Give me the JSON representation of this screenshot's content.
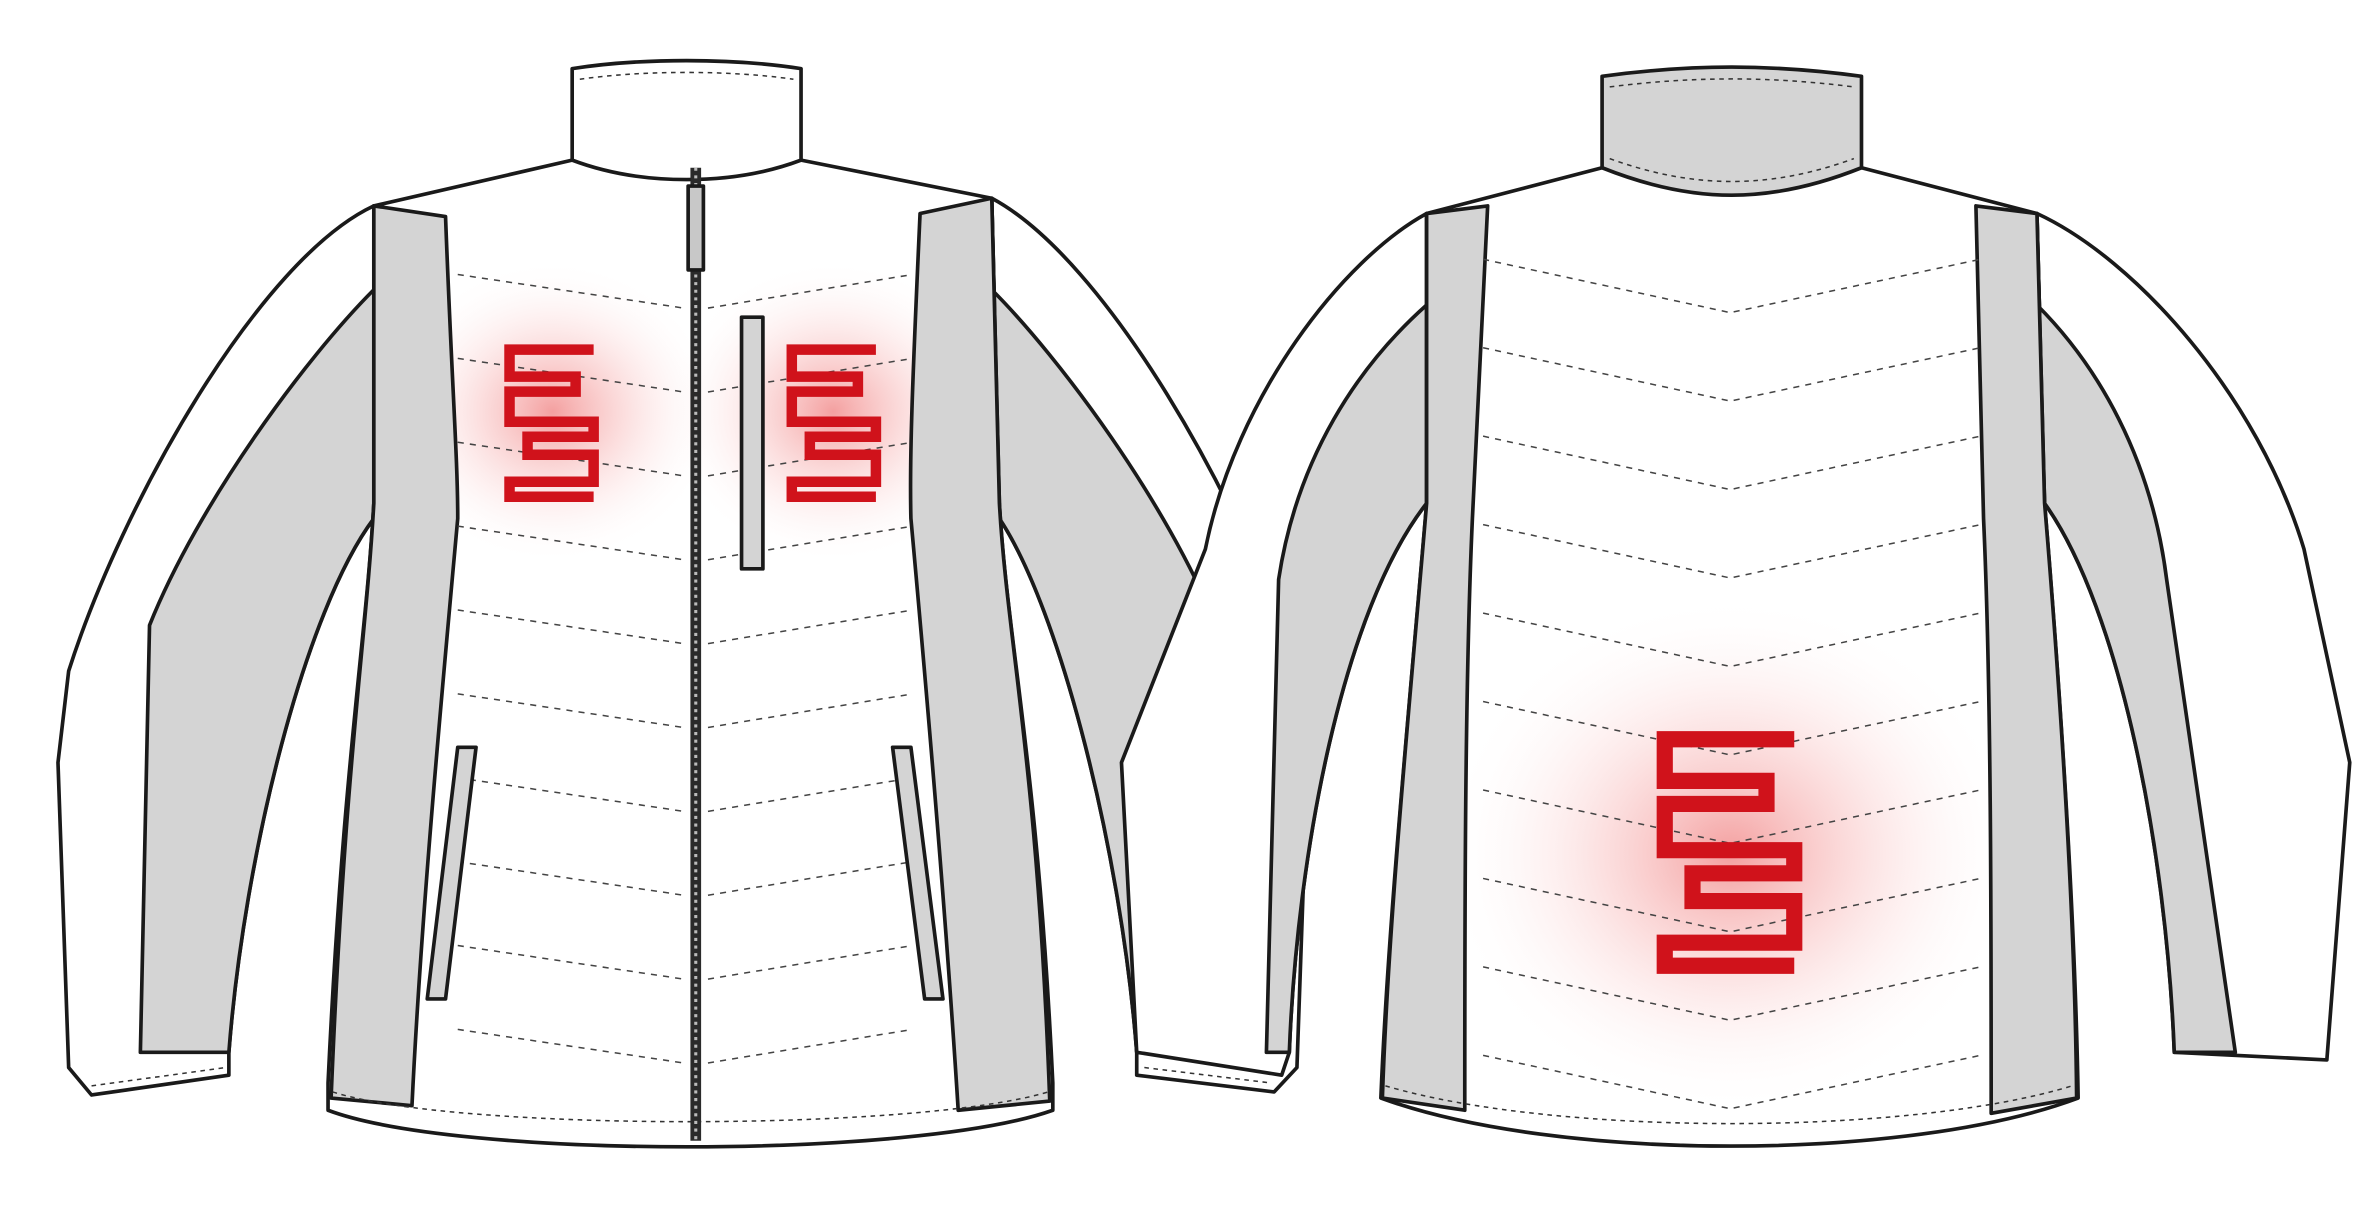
{
  "views": [
    {
      "id": "front",
      "heater_count": 2
    },
    {
      "id": "back",
      "heater_count": 1
    }
  ],
  "colors": {
    "outline": "#1a1a1a",
    "panel": "#d4d4d4",
    "body": "#ffffff",
    "heater": "#d0121b",
    "glow": "#f08080",
    "zipper": "#2a2a2a"
  },
  "icons": [
    "heating-element-icon",
    "zipper-icon"
  ]
}
